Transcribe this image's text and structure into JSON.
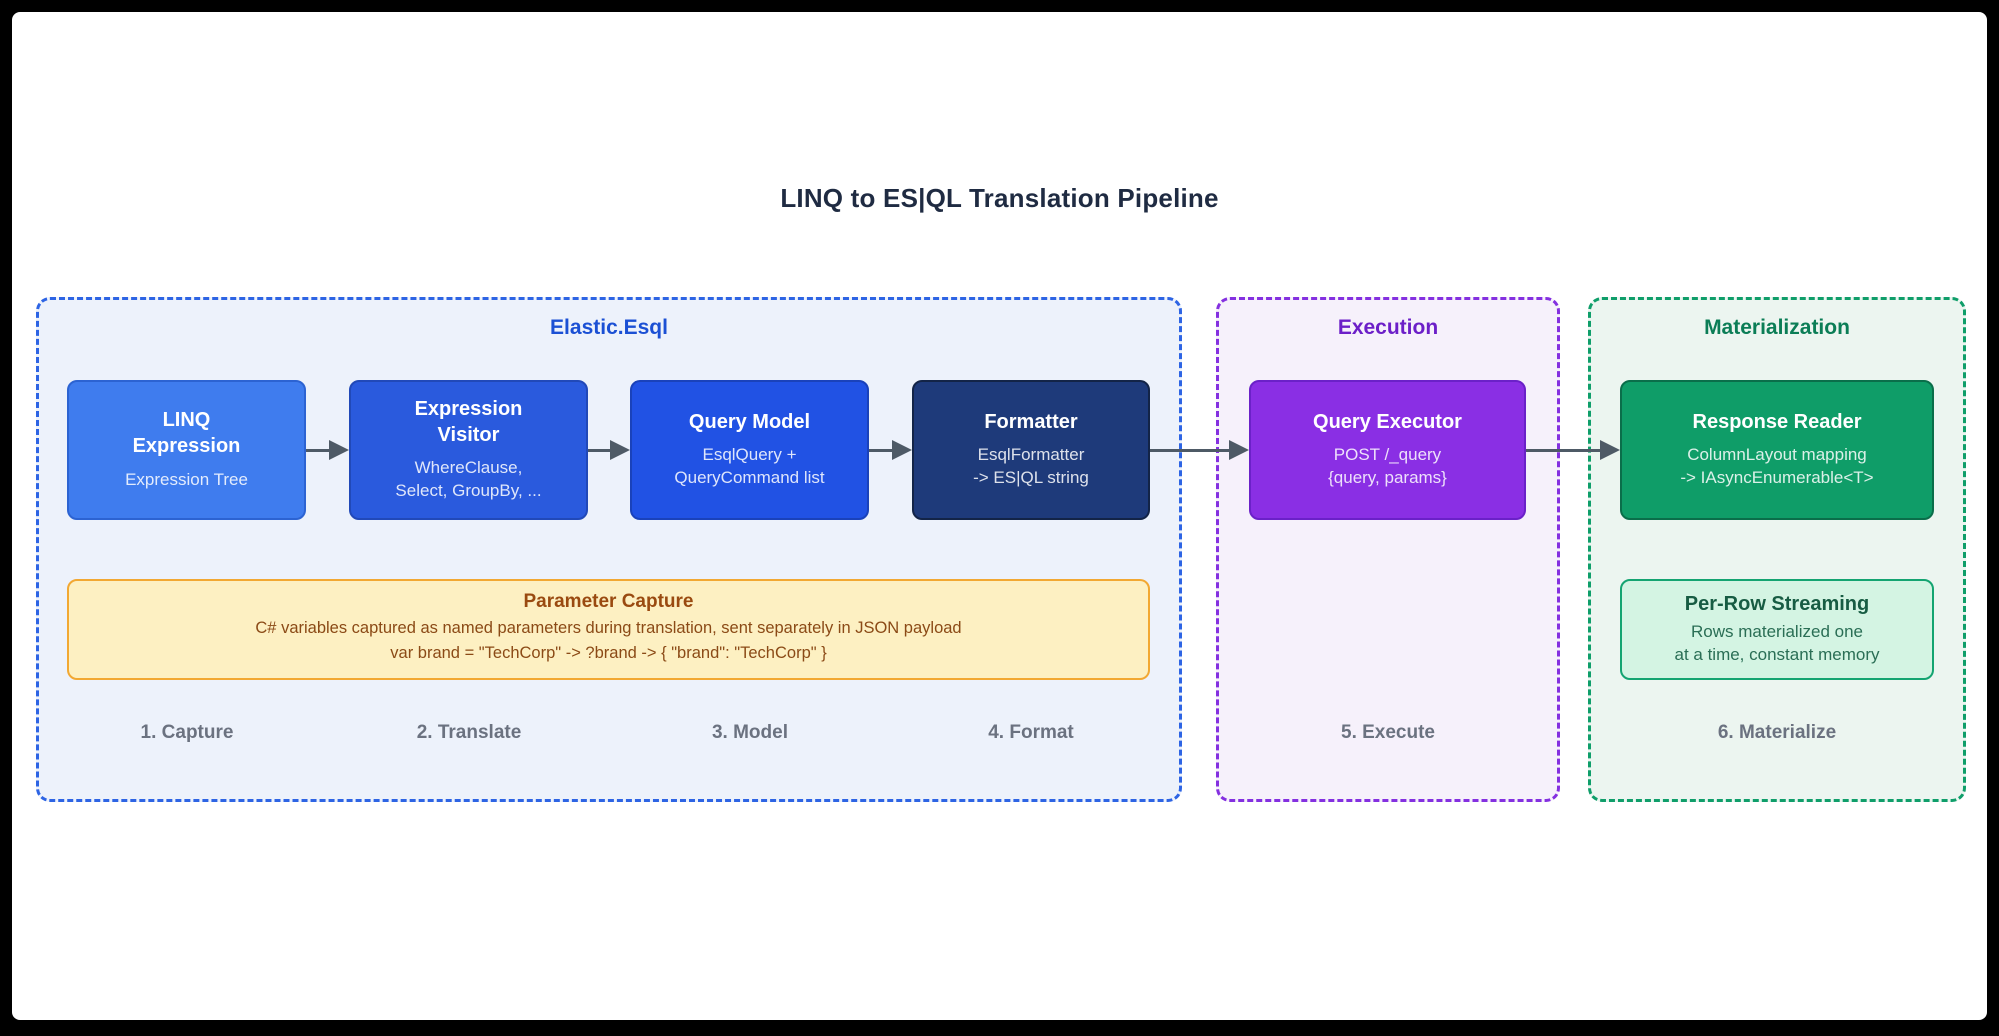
{
  "title": "LINQ to ES|QL Translation Pipeline",
  "containers": [
    {
      "label": "Elastic.Esql"
    },
    {
      "label": "Execution"
    },
    {
      "label": "Materialization"
    }
  ],
  "nodes": [
    {
      "title": "LINQ\nExpression",
      "subtitle": "Expression Tree"
    },
    {
      "title": "Expression\nVisitor",
      "subtitle": "WhereClause,\nSelect, GroupBy, ..."
    },
    {
      "title": "Query Model",
      "subtitle": "EsqlQuery +\nQueryCommand list"
    },
    {
      "title": "Formatter",
      "subtitle": "EsqlFormatter\n-> ES|QL string"
    },
    {
      "title": "Query Executor",
      "subtitle": "POST /_query\n{query, params}"
    },
    {
      "title": "Response Reader",
      "subtitle": "ColumnLayout mapping\n-> IAsyncEnumerable<T>"
    }
  ],
  "note": {
    "title": "Parameter Capture",
    "line1": "C# variables captured as named parameters during translation, sent separately in JSON payload",
    "line2": "var brand = \"TechCorp\" -> ?brand -> { \"brand\": \"TechCorp\" }"
  },
  "streaming": {
    "title": "Per-Row Streaming",
    "body": "Rows materialized one\nat a time, constant memory"
  },
  "steps": [
    "1. Capture",
    "2. Translate",
    "3. Model",
    "4. Format",
    "5. Execute",
    "6. Materialize"
  ],
  "colors": {
    "frame": "#000000",
    "canvas": "#ffffff",
    "diagram_title_text": "#1f2b42",
    "arrow": "#4e5a66",
    "step_text": "#6b7280",
    "group_elastic": {
      "bg": "#edf2fb",
      "border": "#2d64e4",
      "label": "#1b50d4"
    },
    "group_execution": {
      "bg": "#f6f1fb",
      "border": "#8430e0",
      "label": "#6c1fc8"
    },
    "group_materialization": {
      "bg": "#ecf5f0",
      "border": "#0f9e6a",
      "label": "#0b7d56"
    },
    "node_linq_expression": "#3f7cee",
    "node_expression_visitor": "#2a5add",
    "node_query_model": "#2152e4",
    "node_formatter": "#1e3a7a",
    "node_query_executor": "#8a2fe4",
    "node_response_reader": "#0f9d68",
    "note_box": {
      "bg": "#fdf0c2",
      "border": "#f2a832",
      "text": "#8b4a16",
      "title": "#9a4a10"
    },
    "streaming_box": {
      "bg": "#d4f4e3",
      "border": "#14a471",
      "title": "#175c43",
      "text": "#2a6e55"
    }
  }
}
